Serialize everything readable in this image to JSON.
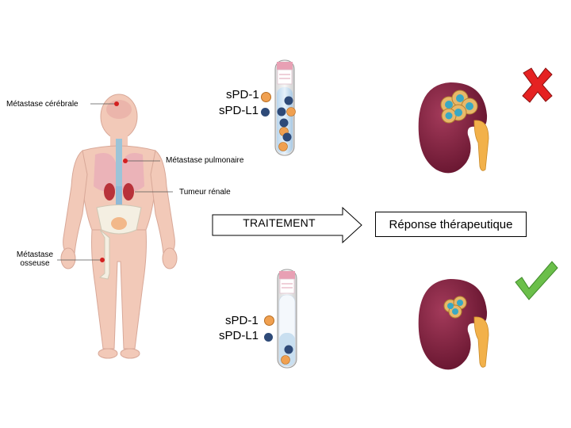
{
  "body_labels": {
    "brain_metastasis": "Métastase cérébrale",
    "lung_metastasis": "Métastase pulmonaire",
    "renal_tumor": "Tumeur rénale",
    "bone_metastasis_line1": "Métastase",
    "bone_metastasis_line2": "osseuse"
  },
  "tube_top": {
    "spd1": "sPD-1",
    "spdl1": "sPD-L1"
  },
  "tube_bottom": {
    "spd1": "sPD-1",
    "spdl1": "sPD-L1"
  },
  "treatment_arrow": "TRAITEMENT",
  "response_box": "Réponse thérapeutique",
  "colors": {
    "spd1": "#f0a050",
    "spdl1": "#2e4a78",
    "kidney": "#7b1f3a",
    "cross": "#e52222",
    "check": "#6bbf4a",
    "metastasis_dot": "#d32020"
  },
  "icons": {
    "top_result": "cross-icon",
    "bottom_result": "check-icon"
  }
}
